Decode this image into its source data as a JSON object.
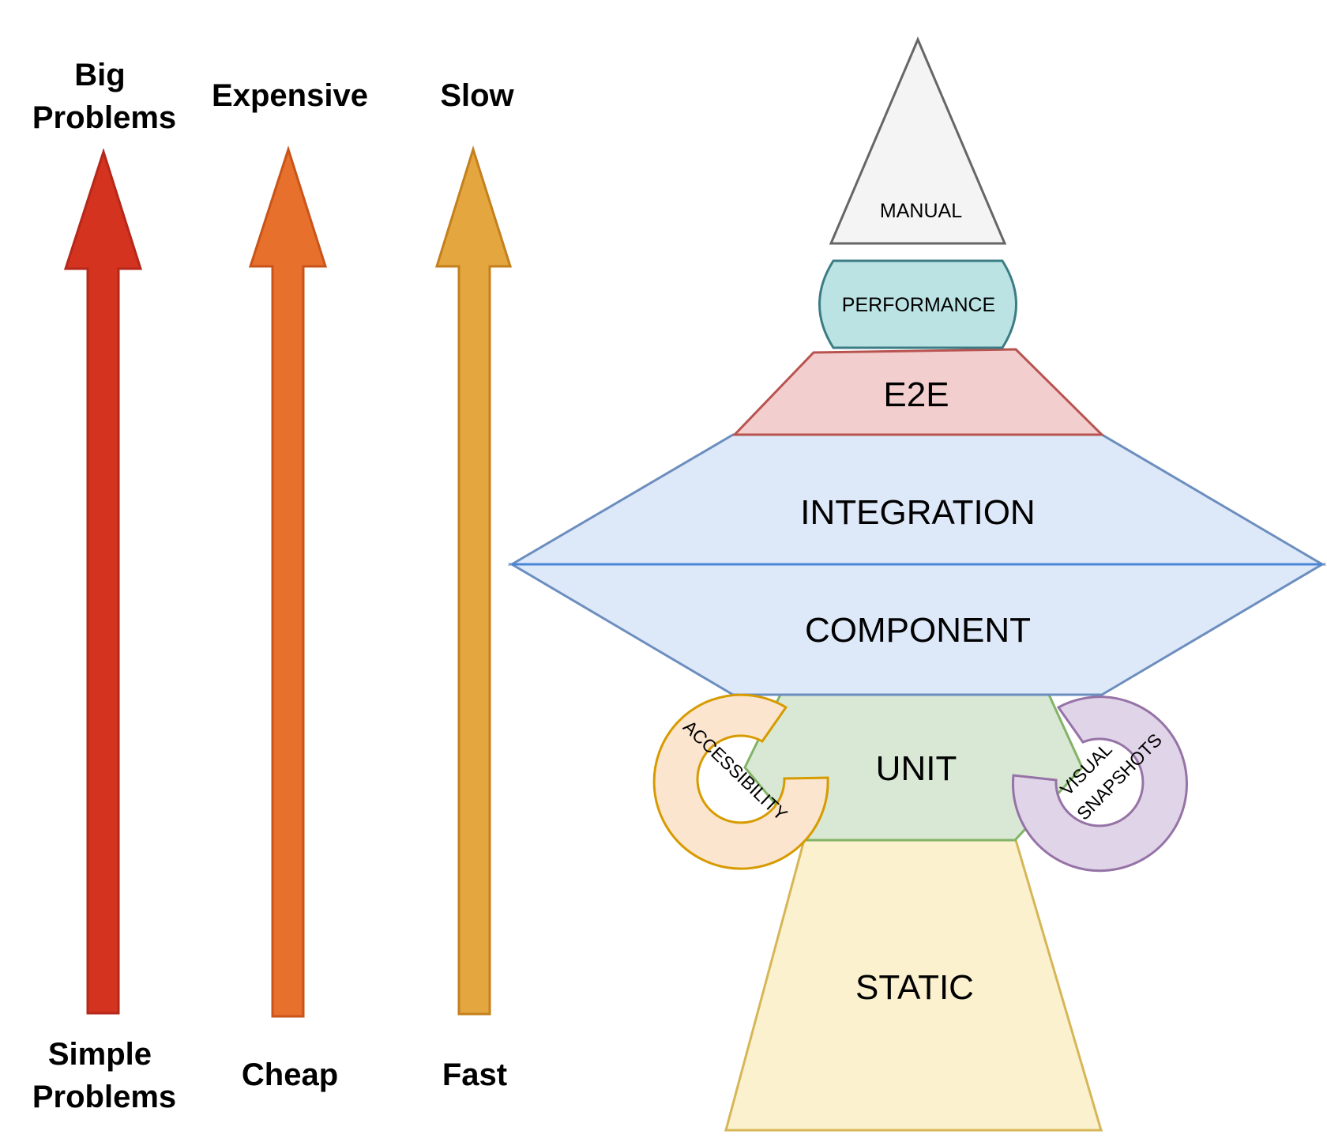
{
  "axes": [
    {
      "id": "problems",
      "top_lines": [
        "Big",
        "Problems"
      ],
      "bottom_lines": [
        "Simple",
        "Problems"
      ],
      "fill": "#D3331F",
      "stroke": "#B5281A"
    },
    {
      "id": "cost",
      "top_lines": [
        "Expensive"
      ],
      "bottom_lines": [
        "Cheap"
      ],
      "fill": "#E8702D",
      "stroke": "#C9541A"
    },
    {
      "id": "speed",
      "top_lines": [
        "Slow"
      ],
      "bottom_lines": [
        "Fast"
      ],
      "fill": "#E4A63E",
      "stroke": "#C4801E"
    }
  ],
  "layers": {
    "manual": {
      "label": "MANUAL",
      "fill": "#F4F4F4",
      "stroke": "#666666"
    },
    "performance": {
      "label": "PERFORMANCE",
      "fill": "#BCE3E3",
      "stroke": "#3B7C85"
    },
    "e2e": {
      "label": "E2E",
      "fill": "#F3CECE",
      "stroke": "#B85450"
    },
    "integration": {
      "label": "INTEGRATION",
      "fill": "#DDE8F8",
      "stroke": "#6C8EBF"
    },
    "component": {
      "label": "COMPONENT",
      "fill": "#DDE8F8",
      "stroke": "#6C8EBF"
    },
    "unit": {
      "label": "UNIT",
      "fill": "#D8E8D5",
      "stroke": "#82B366"
    },
    "static": {
      "label": "STATIC",
      "fill": "#FBF1CF",
      "stroke": "#D6B656"
    }
  },
  "rings": {
    "accessibility": {
      "label": "ACCESSIBILITY",
      "fill": "#FBE5CE",
      "stroke": "#D79B00"
    },
    "visual_snapshots": {
      "lines": [
        "VISUAL",
        "SNAPSHOTS"
      ],
      "fill": "#E0D4E8",
      "stroke": "#9673A6"
    }
  },
  "divider_color": "#4A86D8"
}
